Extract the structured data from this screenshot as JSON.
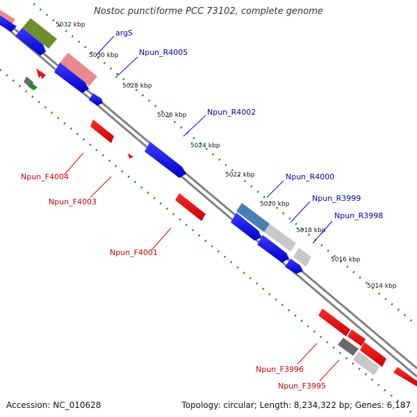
{
  "title": "Nostoc punctiforme PCC 73102, complete genome",
  "accession": "Accession: NC_010628",
  "summary": "Topology: circular; Length: 8,234,322 bp; Genes: 6,187",
  "kbp_labels": [
    "5032 kbp",
    "5030 kbp",
    "5028 kbp",
    "5026 kbp",
    "5024 kbp",
    "5022 kbp",
    "5020 kbp",
    "5018 kbp",
    "5016 kbp",
    "5014 kbp"
  ],
  "gene_labels_forward_strand": [
    "argS",
    "Npun_R4005",
    "Npun_R4002",
    "Npun_R4000",
    "Npun_R3999",
    "Npun_R3998"
  ],
  "gene_labels_reverse_strand": [
    "Npun_F4004",
    "Npun_F4003",
    "Npun_F4001",
    "Npun_F3996",
    "Npun_F3995"
  ],
  "colors": {
    "reverse_gene": "#0000ee",
    "forward_gene": "#ee0000",
    "reverse_label": "#0000aa",
    "forward_label": "#cc0000",
    "backbone": "#808080",
    "tick_dots": "#2a8a2a",
    "rrna_pink": "#e98a8a",
    "trna_olive": "#6e8f2a",
    "pseudo_gray": "#c8c8c8",
    "steelblue": "#4a7fb5"
  }
}
